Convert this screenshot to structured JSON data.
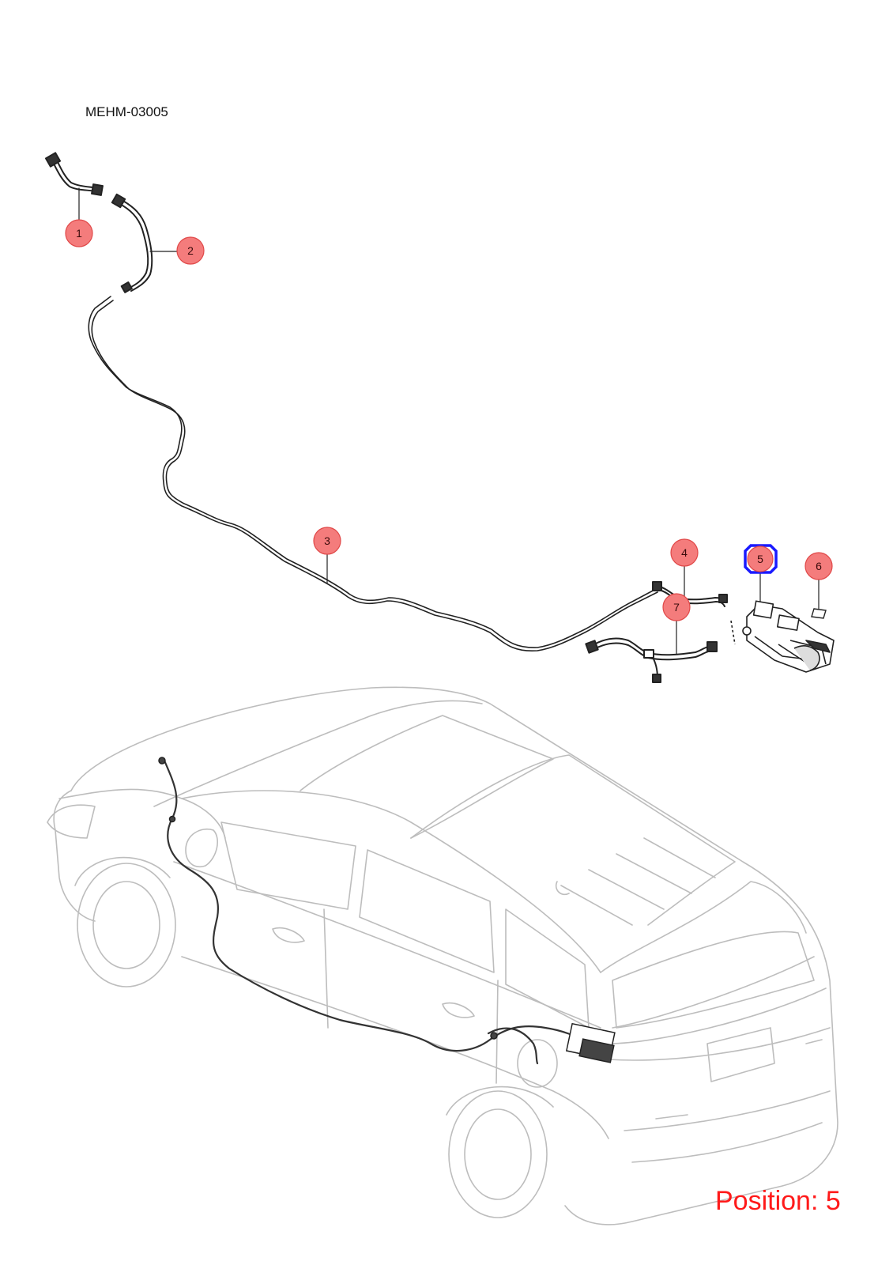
{
  "diagram": {
    "code": "MEHM-03005",
    "position_text": "Position: 5",
    "selected_callout": "5",
    "callouts": [
      {
        "id": "1",
        "label": "1"
      },
      {
        "id": "2",
        "label": "2"
      },
      {
        "id": "3",
        "label": "3"
      },
      {
        "id": "4",
        "label": "4"
      },
      {
        "id": "5",
        "label": "5"
      },
      {
        "id": "6",
        "label": "6"
      },
      {
        "id": "7",
        "label": "7"
      }
    ],
    "colors": {
      "callout_fill": "#f47c7c",
      "callout_stroke": "#e04848",
      "selected_outline": "#1a1aff",
      "position_text": "#ff1a1a",
      "line_art": "#222222",
      "vehicle_outline": "#bdbdbd"
    }
  }
}
